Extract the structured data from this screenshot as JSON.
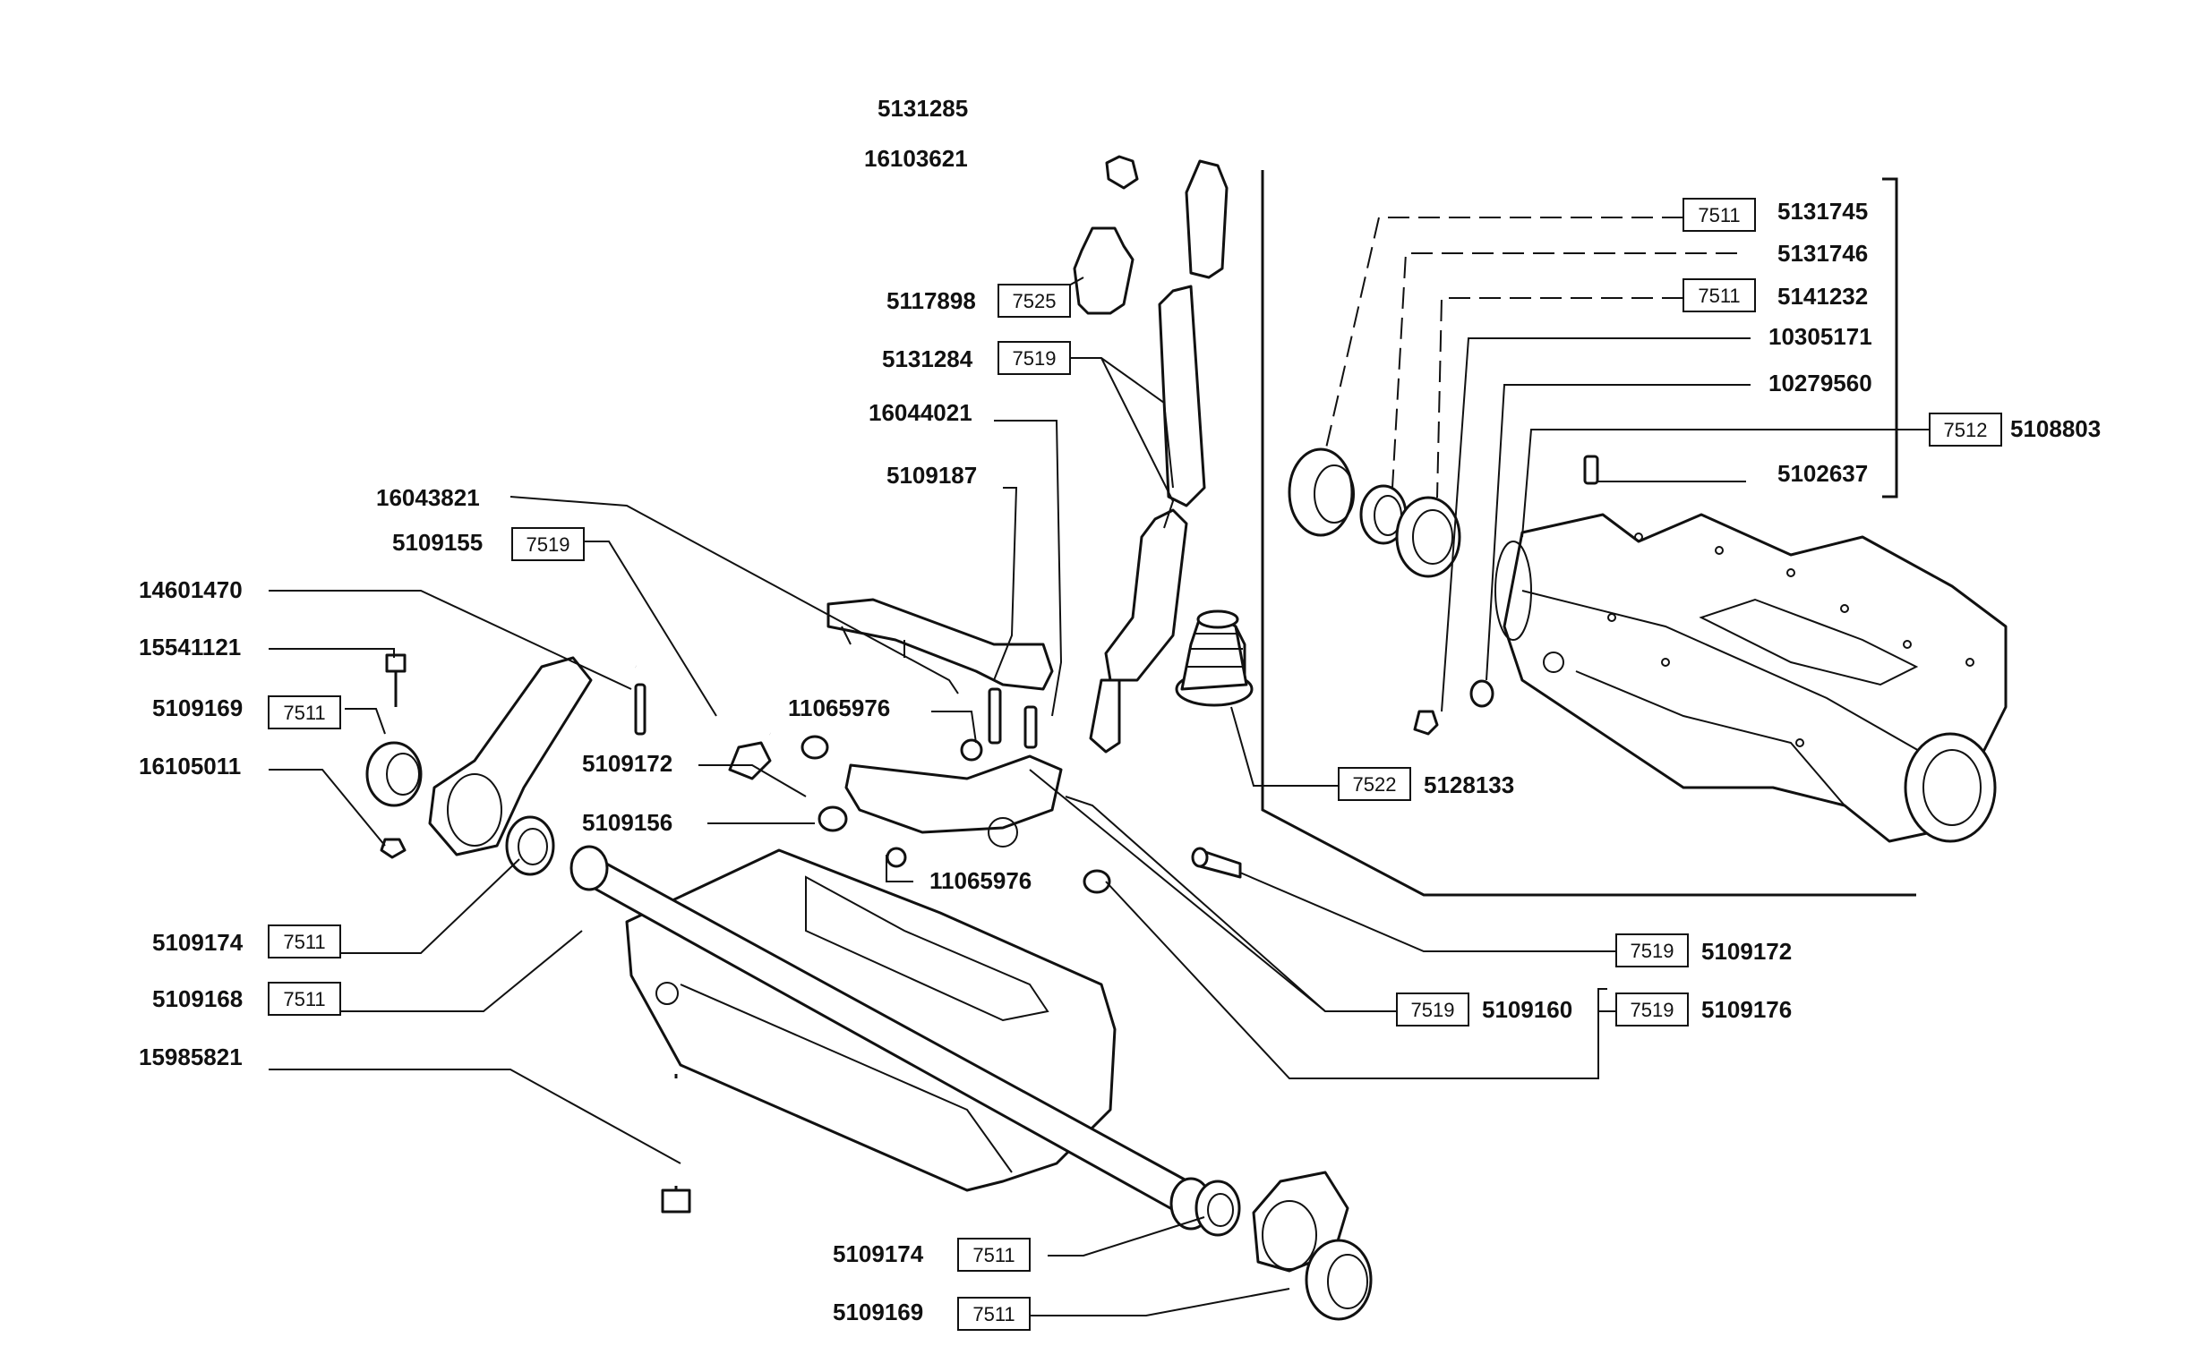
{
  "labels": {
    "p5131285": "5131285",
    "p16103621": "16103621",
    "p5117898": "5117898",
    "p5131284": "5131284",
    "p16044021": "16044021",
    "p5109187": "5109187",
    "p16043821": "16043821",
    "p5109155": "5109155",
    "p14601470": "14601470",
    "p15541121": "15541121",
    "p5109169a": "5109169",
    "p16105011": "16105011",
    "p11065976a": "11065976",
    "p5109172a": "5109172",
    "p5109156": "5109156",
    "p11065976b": "11065976",
    "p5109174a": "5109174",
    "p5109168": "5109168",
    "p15985821": "15985821",
    "p5109174b": "5109174",
    "p5109169b": "5109169",
    "p5131745": "5131745",
    "p5131746": "5131746",
    "p5141232": "5141232",
    "p10305171": "10305171",
    "p10279560": "10279560",
    "p5108803": "5108803",
    "p5102637": "5102637",
    "p5128133": "5128133",
    "p5109172b": "5109172",
    "p5109160": "5109160",
    "p5109176": "5109176"
  },
  "refs": {
    "r7525": "7525",
    "r7519a": "7519",
    "r7519b": "7519",
    "r7511a": "7511",
    "r7511b": "7511",
    "r7511c": "7511",
    "r7511d": "7511",
    "r7511e": "7511",
    "r7511f": "7511",
    "r7511g": "7511",
    "r7512": "7512",
    "r7522": "7522",
    "r7519c": "7519",
    "r7519d": "7519",
    "r7519e": "7519"
  }
}
